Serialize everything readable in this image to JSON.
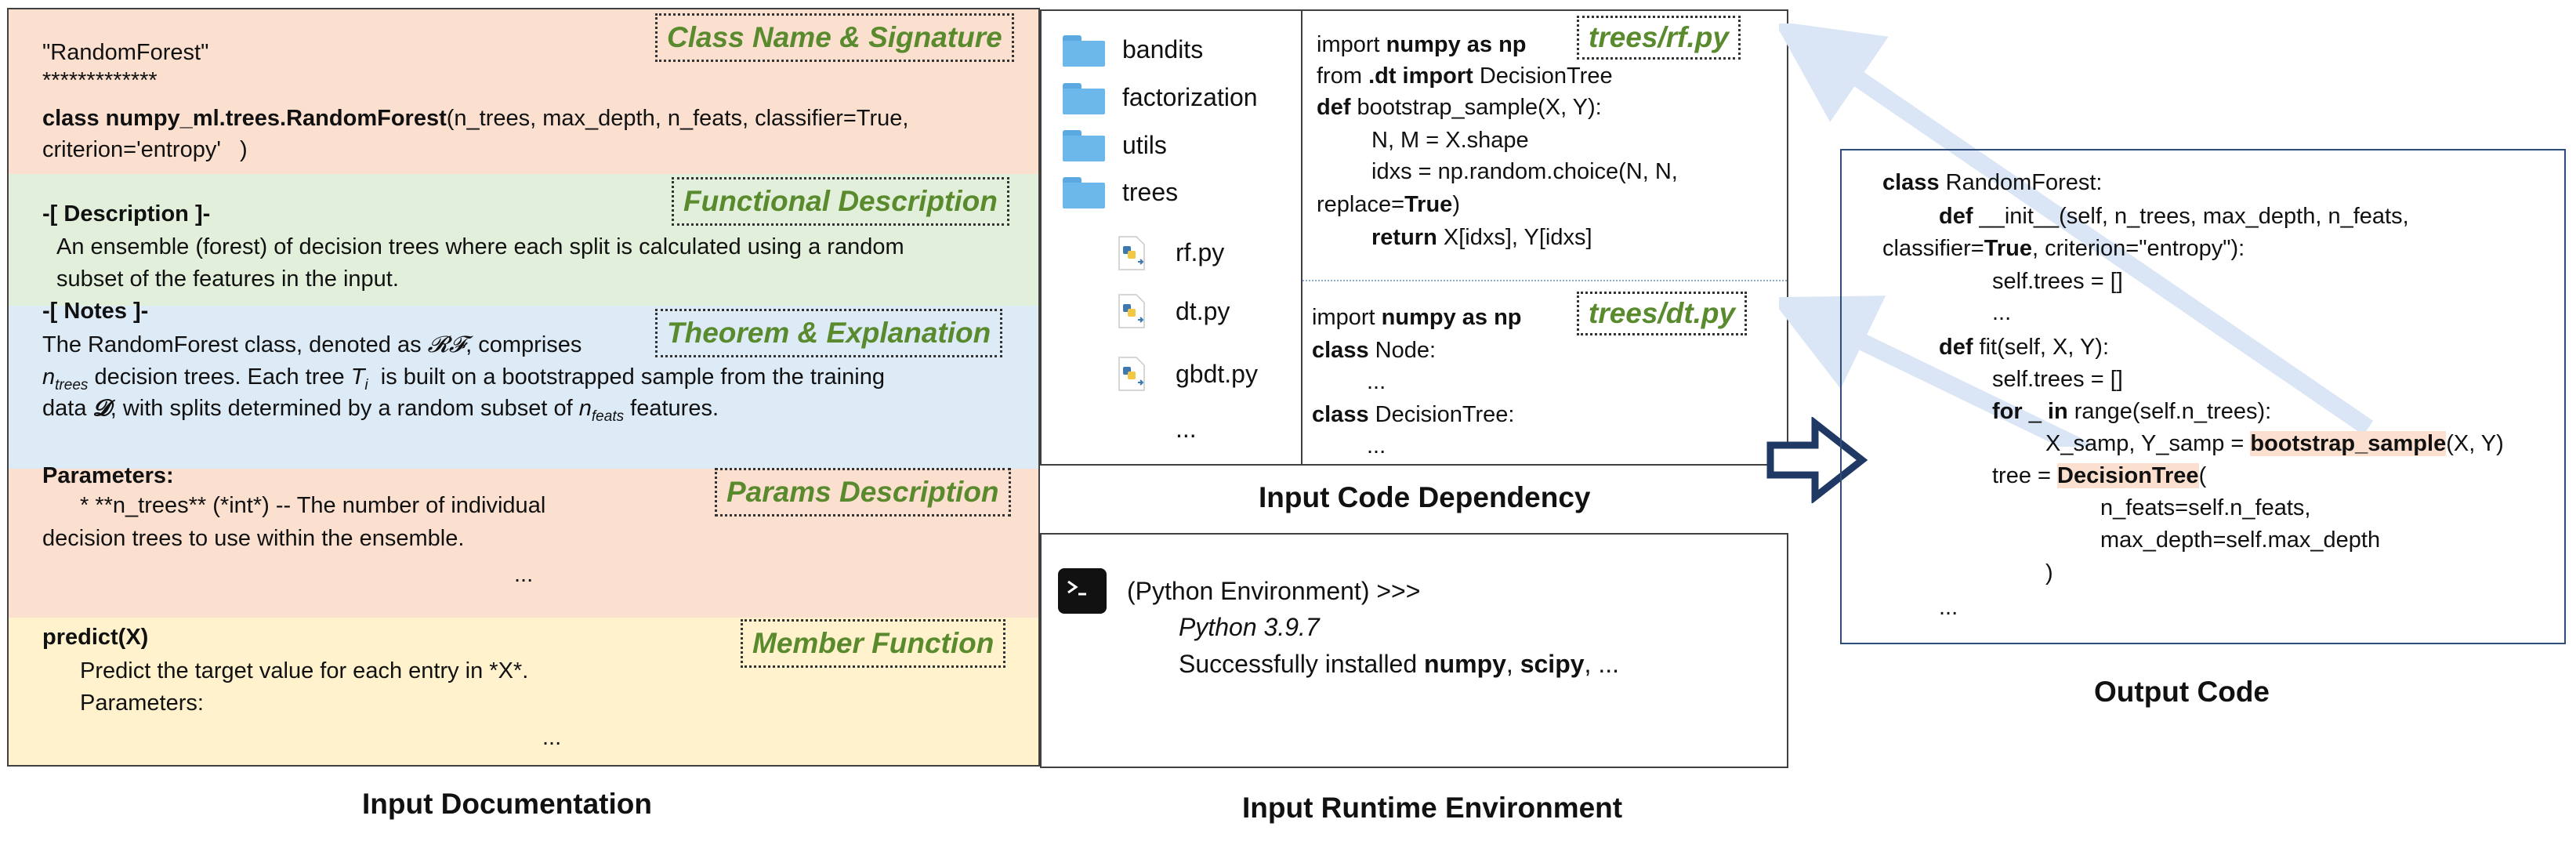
{
  "doc": {
    "class_name": "\"RandomForest\"",
    "stars": "*************",
    "sig_bold": "class numpy_ml.trees.RandomForest",
    "sig_args": "(n_trees, max_depth, n_feats, classifier=True,",
    "sig_args2": "criterion='entropy'   )",
    "desc_head": "-[ Description ]-",
    "desc_1": "An ensemble (forest) of decision trees where each split is calculated using a random",
    "desc_2": "subset of the features in the input.",
    "notes_head": "-[ Notes ]-",
    "notes_1a": "The RandomForest class, denoted as ",
    "notes_1b": "𝓡𝓕",
    "notes_1c": ", comprises",
    "notes_2a": "n",
    "notes_2sub": "trees",
    "notes_2b": " decision trees. Each tree ",
    "notes_2c": "T",
    "notes_2csub": "i",
    "notes_2d": "  is built on a bootstrapped sample from the training",
    "notes_3a": "data ",
    "notes_3b": "𝓓",
    "notes_3c": ", with splits determined by a random subset of ",
    "notes_3d": "n",
    "notes_3dsub": "feats",
    "notes_3e": " features.",
    "params_head": "Parameters:",
    "params_1": "* **n_trees** (*int*) -- The number of individual",
    "params_2": "decision trees to use within the ensemble.",
    "params_ellipsis": "...",
    "member_head": "predict(X)",
    "member_1": "Predict the target value for each entry in *X*.",
    "member_2": "Parameters:",
    "member_ellipsis": "..."
  },
  "tags": {
    "class_sig": "Class Name & Signature",
    "functional": "Functional Description",
    "theorem": "Theorem & Explanation",
    "params": "Params Description",
    "member": "Member Function",
    "rf": "trees/rf.py",
    "dt": "trees/dt.py"
  },
  "tree": {
    "folders": [
      "bandits",
      "factorization",
      "utils",
      "trees"
    ],
    "files": [
      "rf.py",
      "dt.py",
      "gbdt.py"
    ],
    "ellipsis": "..."
  },
  "rf_code": {
    "l1a": "import ",
    "l1b": "numpy as np",
    "l2a": "from ",
    "l2b": ".dt import",
    "l2c": " DecisionTree",
    "l3a": "def",
    "l3b": " bootstrap_sample(X, Y):",
    "l4": "N, M = X.shape",
    "l5": "idxs = np.random.choice(N, N,",
    "l6a": "replace=",
    "l6b": "True",
    "l6c": ")",
    "l7a": "return",
    "l7b": " X[idxs], Y[idxs]"
  },
  "dt_code": {
    "l1a": "import ",
    "l1b": "numpy as np",
    "l2a": "class",
    "l2b": " Node:",
    "l3": "...",
    "l4a": "class",
    "l4b": " DecisionTree:",
    "l5": "..."
  },
  "runtime": {
    "prompt": "(Python Environment) >>>",
    "version": "Python 3.9.7",
    "installed_a": "Successfully installed ",
    "installed_b": "numpy",
    "installed_c": ", ",
    "installed_d": "scipy",
    "installed_e": ", ..."
  },
  "output": {
    "l1a": "class",
    "l1b": " RandomForest:",
    "l2a": "def",
    "l2b": " __init__(self, n_trees, max_depth, n_feats,",
    "l3a": "classifier=",
    "l3b": "True",
    "l3c": ", criterion=\"entropy\"):",
    "l4": "self.trees = []",
    "l5": "...",
    "l6a": "def",
    "l6b": " fit(self, X, Y):",
    "l7": "self.trees = []",
    "l8a": "for",
    "l8b": " _ ",
    "l8c": "in",
    "l8d": " range(self.n_trees):",
    "l9a": "X_samp, Y_samp = ",
    "l9b": "bootstrap_sample",
    "l9c": "(X, Y)",
    "l10a": "tree = ",
    "l10b": "DecisionTree",
    "l10c": "(",
    "l11": "n_feats=self.n_feats,",
    "l12": "max_depth=self.max_depth",
    "l13": ")",
    "l14": "..."
  },
  "captions": {
    "doc": "Input Documentation",
    "runtime": "Input Runtime Environment",
    "dependency": "Input Code Dependency",
    "output": "Output Code"
  },
  "colors": {
    "orange_bg": "#fbe0d0",
    "green_bg": "#e2efda",
    "blue_bg": "#ddebf7",
    "yellow_bg": "#fff2cc",
    "tag_text": "#5a8a2e",
    "arrow_light": "#dae5f5",
    "arrow_dark": "#1f3864"
  }
}
